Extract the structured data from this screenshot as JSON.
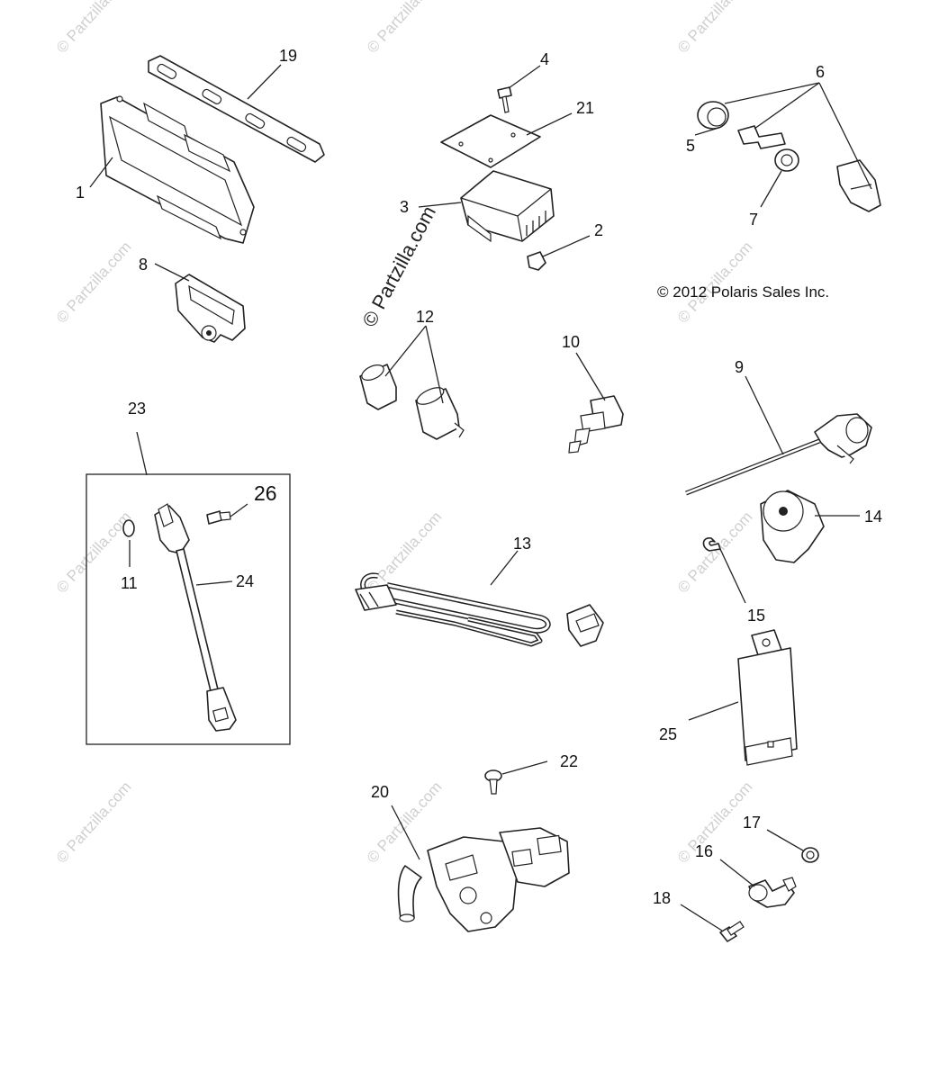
{
  "watermark": {
    "main_text": "© Partzilla.com",
    "repeat_text": "© Partzilla.com"
  },
  "copyright": "© 2012 Polaris Sales Inc.",
  "callouts": {
    "c1": "1",
    "c2": "2",
    "c3": "3",
    "c4": "4",
    "c5": "5",
    "c6": "6",
    "c7": "7",
    "c8": "8",
    "c9": "9",
    "c10": "10",
    "c11": "11",
    "c12": "12",
    "c13": "13",
    "c14": "14",
    "c15": "15",
    "c16": "16",
    "c17": "17",
    "c18": "18",
    "c19": "19",
    "c20": "20",
    "c21": "21",
    "c22": "22",
    "c23": "23",
    "c24": "24",
    "c25": "25",
    "c26": "26"
  }
}
